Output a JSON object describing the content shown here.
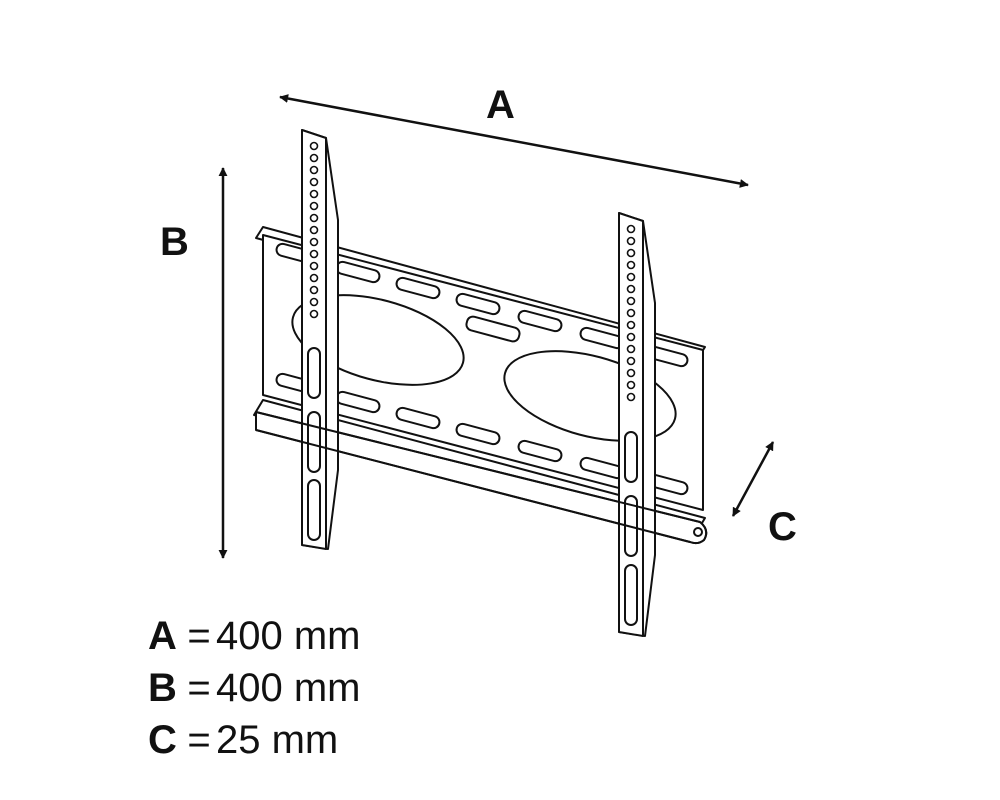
{
  "dimension_labels": {
    "a": "A",
    "b": "B",
    "c": "C"
  },
  "legend": [
    {
      "key": "A",
      "eq": "=",
      "value": "400 mm"
    },
    {
      "key": "B",
      "eq": "=",
      "value": "400 mm"
    },
    {
      "key": "C",
      "eq": "=",
      "value": "25 mm"
    }
  ],
  "colors": {
    "line": "#111111",
    "background": "#ffffff"
  }
}
